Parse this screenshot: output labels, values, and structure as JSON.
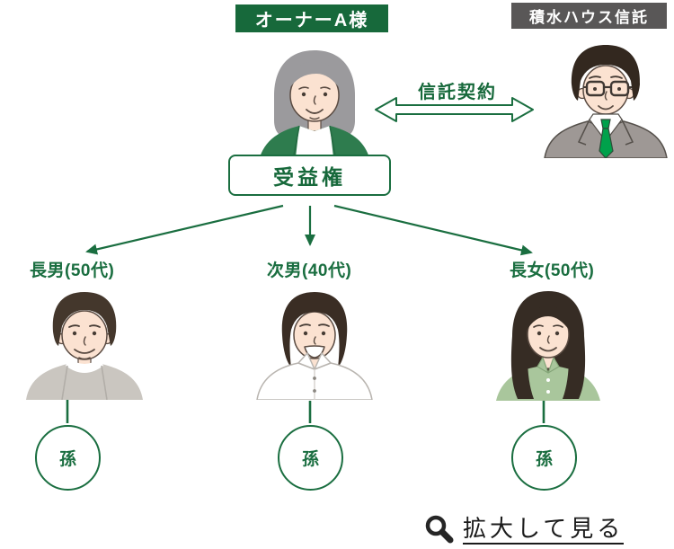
{
  "diagram": {
    "owner_label": "オーナーA様",
    "trust_company_label": "積水ハウス信託",
    "contract_label": "信託契約",
    "beneficiary_label": "受益権",
    "children": [
      {
        "label": "長男(50代)",
        "grandchild_label": "孫"
      },
      {
        "label": "次男(40代)",
        "grandchild_label": "孫"
      },
      {
        "label": "長女(50代)",
        "grandchild_label": "孫"
      }
    ],
    "zoom_link_label": "拡大して見る"
  },
  "icons": {
    "magnifier": "magnifier-icon"
  },
  "colors": {
    "primary_green": "#17693B",
    "line_green": "#1A6E40",
    "label_gray": "#595757",
    "tie_green": "#00A14B",
    "cardigan_green": "#2E7C4E",
    "blouse_green": "#A9C69C",
    "link_text": "#1B1B1B"
  }
}
